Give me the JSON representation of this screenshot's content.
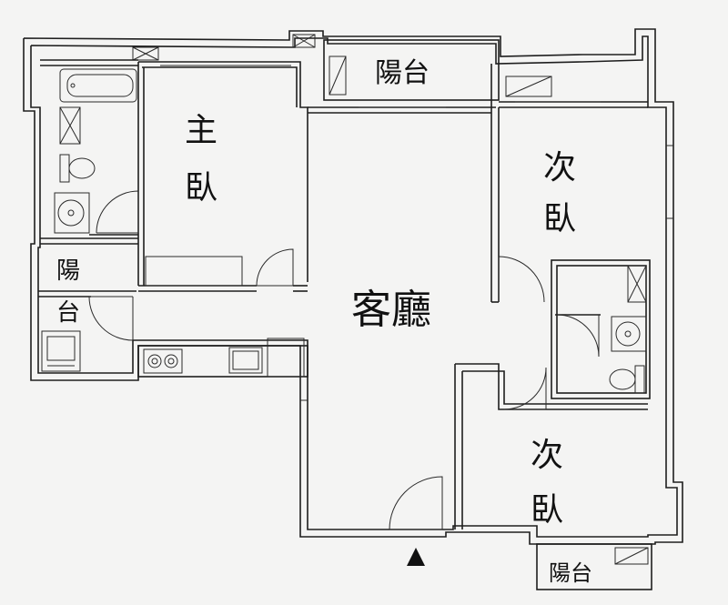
{
  "labels": {
    "master_bedroom_1": "主",
    "master_bedroom_2": "臥",
    "bedroom_right_top_1": "次",
    "bedroom_right_top_2": "臥",
    "bedroom_right_bottom_1": "次",
    "bedroom_right_bottom_2": "臥",
    "living_room": "客廳",
    "balcony_top": "陽台",
    "balcony_left_1": "陽",
    "balcony_left_2": "台",
    "balcony_bottom": "陽台"
  },
  "colors": {
    "background": "#f4f4f3",
    "line": "#1e1e1e"
  },
  "icons": {
    "entrance": "entrance-arrow-icon"
  }
}
